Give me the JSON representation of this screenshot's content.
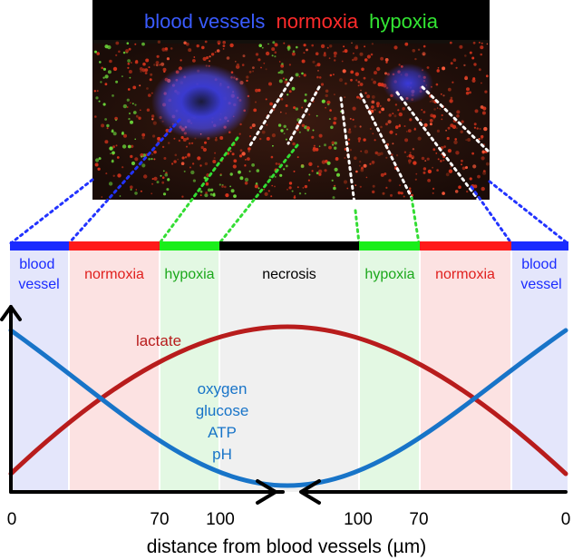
{
  "micrograph": {
    "title_parts": [
      {
        "text": "blood vessels",
        "color": "#3a5bff"
      },
      {
        "text": "normoxia",
        "color": "#ff2b2b"
      },
      {
        "text": "hypoxia",
        "color": "#33e633"
      }
    ]
  },
  "zones": [
    {
      "id": "left-vessel",
      "label": [
        "blood",
        "vessel"
      ],
      "bar_color": "#1a2bff",
      "label_color": "#1a2bff",
      "fill": "#e4e6fb"
    },
    {
      "id": "left-normoxia",
      "label": [
        "normoxia"
      ],
      "bar_color": "#ff1a1a",
      "label_color": "#e0201e",
      "fill": "#fce2e2"
    },
    {
      "id": "left-hypoxia",
      "label": [
        "hypoxia"
      ],
      "bar_color": "#1aee1a",
      "label_color": "#1ca81c",
      "fill": "#e3f8e3"
    },
    {
      "id": "necrosis",
      "label": [
        "necrosis"
      ],
      "bar_color": "#000000",
      "label_color": "#000000",
      "fill": "#f0f0f0"
    },
    {
      "id": "right-hypoxia",
      "label": [
        "hypoxia"
      ],
      "bar_color": "#1aee1a",
      "label_color": "#1ca81c",
      "fill": "#e3f8e3"
    },
    {
      "id": "right-normoxia",
      "label": [
        "normoxia"
      ],
      "bar_color": "#ff1a1a",
      "label_color": "#e0201e",
      "fill": "#fce2e2"
    },
    {
      "id": "right-vessel",
      "label": [
        "blood",
        "vessel"
      ],
      "bar_color": "#1a2bff",
      "label_color": "#1a2bff",
      "fill": "#e4e6fb"
    }
  ],
  "curves": {
    "lactate": {
      "label": "lactate",
      "color": "#b81c1c"
    },
    "oxygen": {
      "labels": [
        "oxygen",
        "glucose",
        "ATP",
        "pH"
      ],
      "color": "#1874c8"
    }
  },
  "x_ticks": [
    "0",
    "70",
    "100",
    "100",
    "70",
    "0"
  ],
  "x_axis_label": "distance from blood vessels (µm)"
}
